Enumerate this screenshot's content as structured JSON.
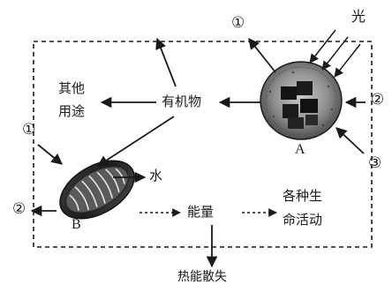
{
  "labels": {
    "light": "光",
    "other_uses_line1": "其他",
    "other_uses_line2": "用途",
    "organic_matter": "有机物",
    "water": "水",
    "energy": "能量",
    "life_activities_line1": "各种生",
    "life_activities_line2": "命活动",
    "heat_loss": "热能散失",
    "chloroplast_letter": "A",
    "mitochondrion_letter": "B"
  },
  "markers": {
    "chloroplast_top": "①",
    "chloroplast_right_mid": "②",
    "chloroplast_right_low": "③",
    "mitochondrion_top": "①",
    "mitochondrion_left": "②"
  },
  "colors": {
    "ink": "#1a1a1a",
    "organelle_dark": "#2a2a2a",
    "organelle_mid": "#8a8a8a",
    "organelle_light": "#d8d8d8"
  }
}
